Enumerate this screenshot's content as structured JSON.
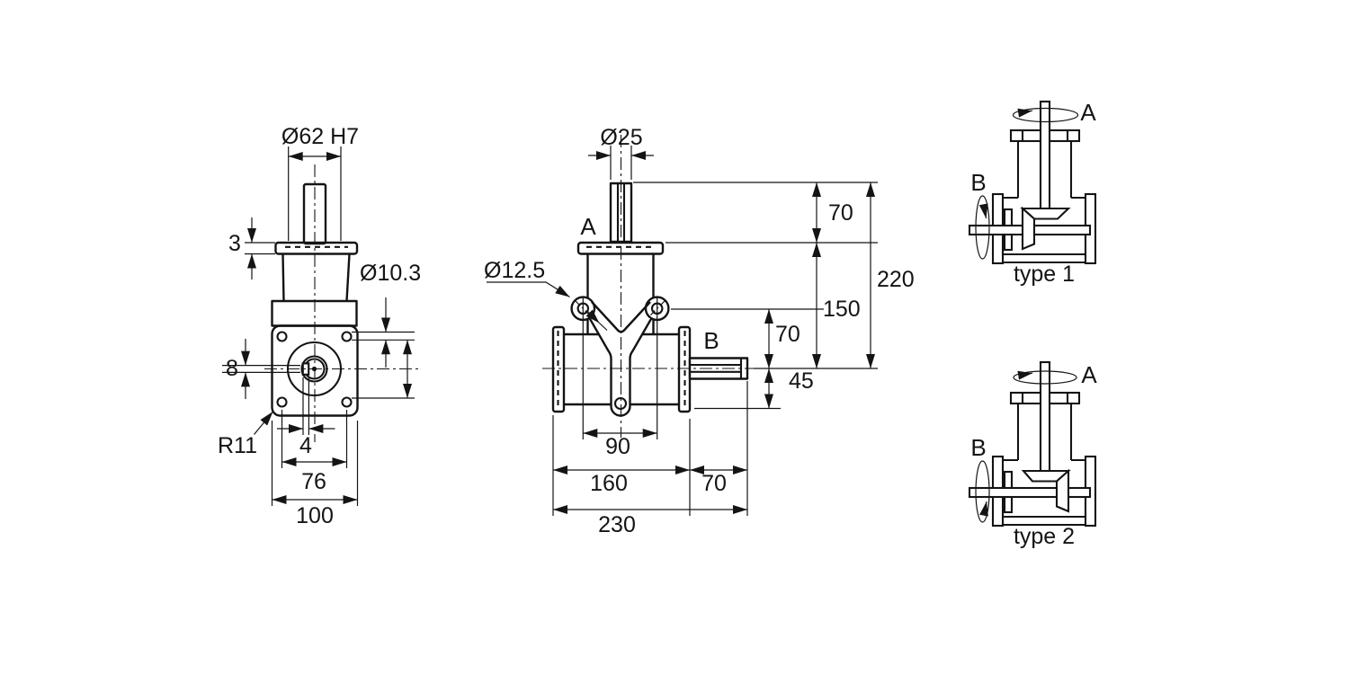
{
  "front_view": {
    "dia_spigot": "Ø62 H7",
    "flange_thickness": "3",
    "hole_dia": "Ø10.3",
    "keyway_height": "8",
    "corner_radius": "R11",
    "keyway_width": "4",
    "hole_pitch": "76",
    "flange_width": "100"
  },
  "side_view": {
    "shaft_dia": "Ø25",
    "shaft_a_label": "A",
    "lug_hole_dia": "Ø12.5",
    "shaft_b_label": "B",
    "dim_top_70": "70",
    "dim_150": "150",
    "dim_220": "220",
    "dim_lug_70": "70",
    "dim_45": "45",
    "dim_90": "90",
    "dim_160": "160",
    "dim_shaft_70": "70",
    "dim_230": "230"
  },
  "type_1": {
    "shaft_a_label": "A",
    "shaft_b_label": "B",
    "caption": "type 1"
  },
  "type_2": {
    "shaft_a_label": "A",
    "shaft_b_label": "B",
    "caption": "type 2"
  },
  "colors": {
    "line": "#141414",
    "background": "#ffffff"
  }
}
